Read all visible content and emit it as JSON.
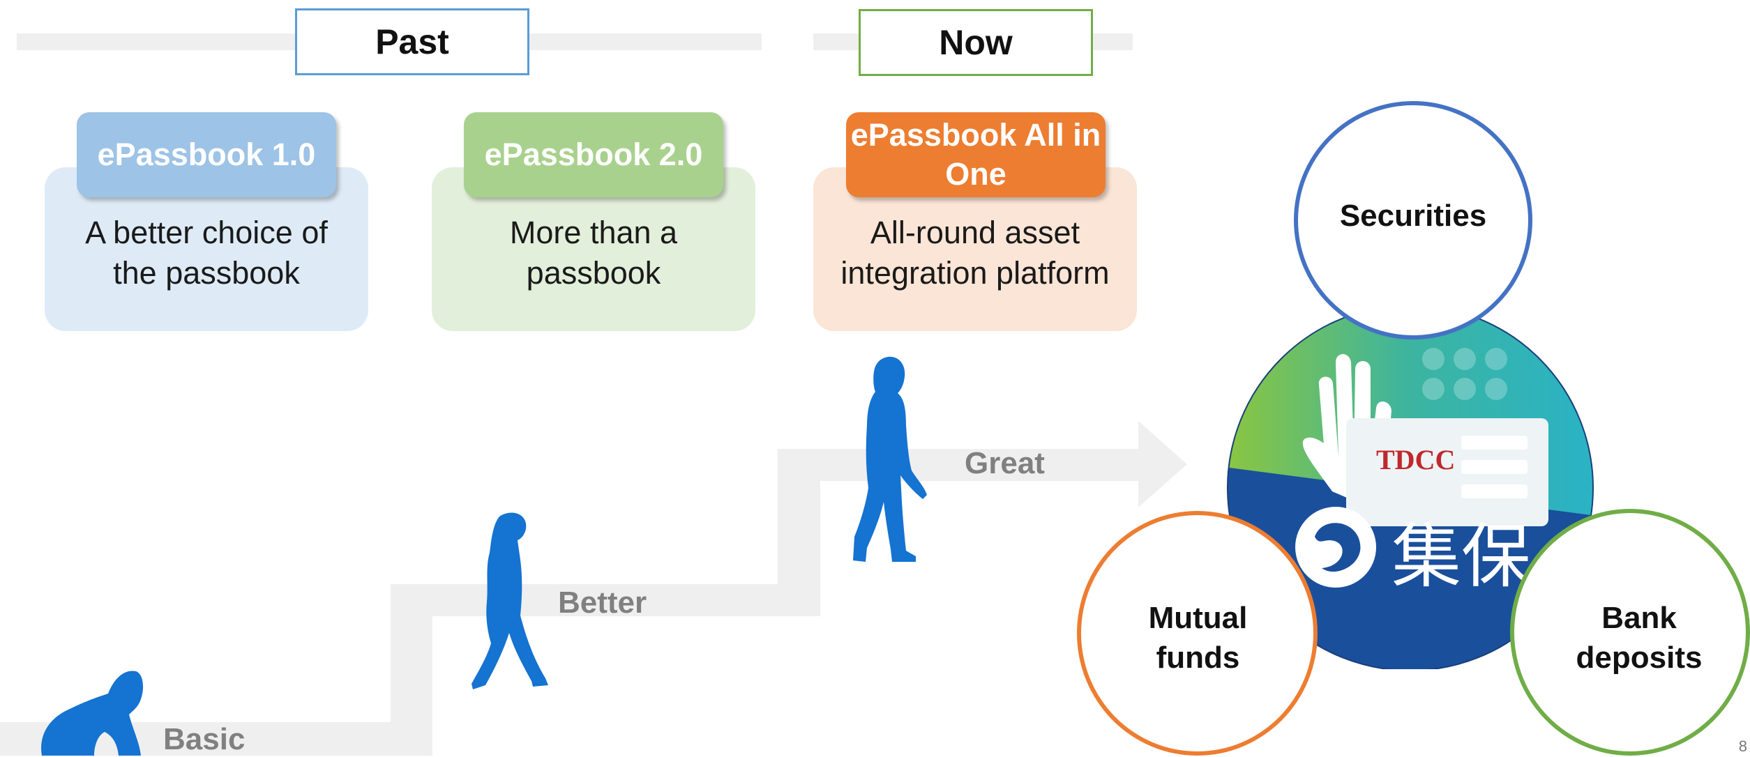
{
  "periods": {
    "past": "Past",
    "now": "Now"
  },
  "cards": [
    {
      "tab": "ePassbook 1.0",
      "text": "A better choice of the passbook",
      "tab_color": "#9dc3e6",
      "bg_color": "#deebf7"
    },
    {
      "tab": "ePassbook 2.0",
      "text": "More than a passbook",
      "tab_color": "#a9d18e",
      "bg_color": "#e2efda"
    },
    {
      "tab": "ePassbook All in One",
      "text": "All-round asset integration platform",
      "tab_color": "#ed7d31",
      "bg_color": "#fbe5d6"
    }
  ],
  "stages": {
    "basic": "Basic",
    "better": "Better",
    "great": "Great"
  },
  "logo": {
    "brand_en": "TDCC",
    "brand_zh": "集保"
  },
  "circles": {
    "securities": "Securities",
    "mutual_funds": "Mutual funds",
    "bank_deposits": "Bank deposits"
  },
  "colors": {
    "blue": "#4472c4",
    "orange": "#ed7d31",
    "green": "#70ad47",
    "figure": "#1573d1"
  },
  "page_number": "8"
}
